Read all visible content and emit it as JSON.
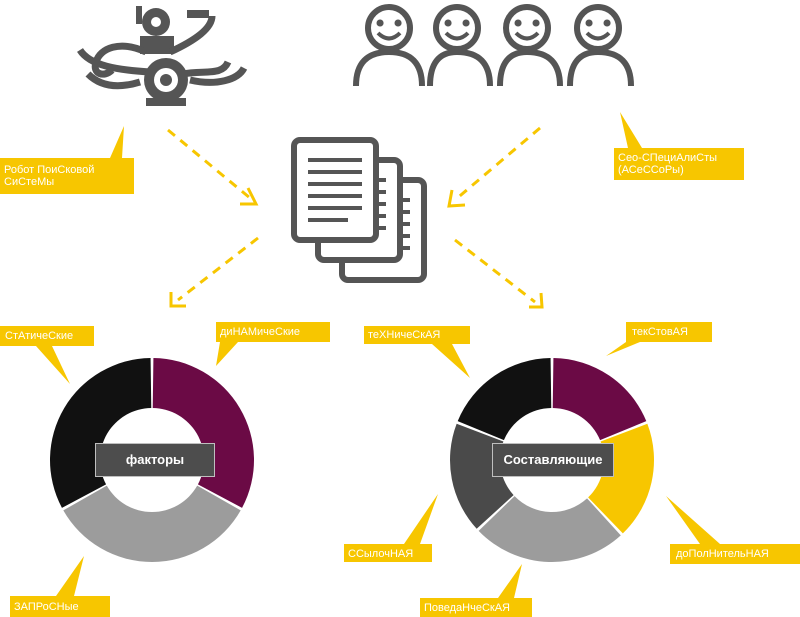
{
  "colors": {
    "accent": "#f7c600",
    "icon_gray": "#555555",
    "black": "#111111",
    "purple": "#6b0a45",
    "light_gray": "#9c9c9c",
    "mid_gray": "#4a4a4a",
    "yellow": "#f7c600"
  },
  "icons": {
    "robot": "search-engine-robot-icon",
    "people": "seo-specialists-people-icon",
    "documents": "documents-stack-icon"
  },
  "callouts": {
    "robot": "Робот ПоиСковой СиСтеМы",
    "seo": "Сео-СПециАлиСты (АСеССоРы)",
    "static": "СтАтичеСкие",
    "dynamic": "диНАМичеСкие",
    "queries": "ЗАПРоСНые",
    "technical": "теХНичеСкАЯ",
    "text": "текСтовАЯ",
    "link": "ССылочНАЯ",
    "additional": "доПолНительНАЯ",
    "behavioral": "ПоведаНчеСкАЯ"
  },
  "chart_data": [
    {
      "type": "pie",
      "center_label": "факторы",
      "slices": [
        {
          "label": "диНАМичеСкие",
          "value": 33,
          "color": "#6b0a45"
        },
        {
          "label": "ЗАПРоСНые",
          "value": 34,
          "color": "#9c9c9c"
        },
        {
          "label": "СтАтичеСкие",
          "value": 33,
          "color": "#111111"
        }
      ]
    },
    {
      "type": "pie",
      "center_label": "Составляющие",
      "slices": [
        {
          "label": "текСтовАЯ",
          "value": 19,
          "color": "#6b0a45"
        },
        {
          "label": "доПолНительНАЯ",
          "value": 19,
          "color": "#f7c600"
        },
        {
          "label": "ПоведаНчеСкАЯ",
          "value": 25,
          "color": "#9c9c9c"
        },
        {
          "label": "ССылочНАЯ",
          "value": 18,
          "color": "#4a4a4a"
        },
        {
          "label": "теХНичеСкАЯ",
          "value": 19,
          "color": "#111111"
        }
      ]
    }
  ]
}
